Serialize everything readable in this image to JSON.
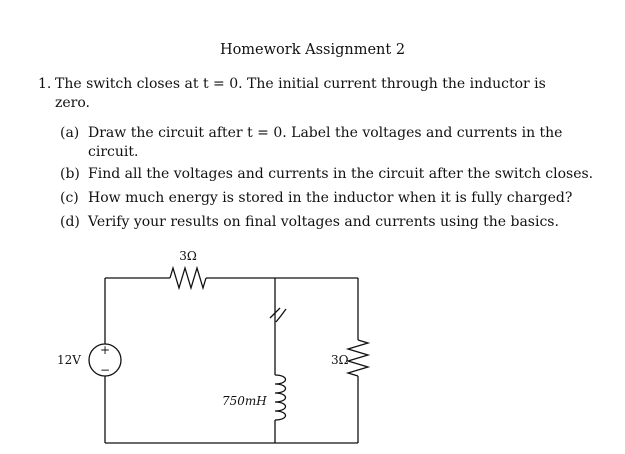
{
  "document": {
    "title": "Homework Assignment 2",
    "problem": {
      "number": "1.",
      "line1": "The switch closes at t = 0. The initial current through the inductor is",
      "line2": "zero."
    },
    "parts": [
      {
        "label": "(a)",
        "lines": [
          "Draw the circuit after t = 0. Label the voltages and currents in the",
          "circuit."
        ]
      },
      {
        "label": "(b)",
        "lines": [
          "Find all the voltages and currents in the circuit after the switch closes."
        ]
      },
      {
        "label": "(c)",
        "lines": [
          "How much energy is stored in the inductor when it is fully charged?"
        ]
      },
      {
        "label": "(d)",
        "lines": [
          "Verify your results on final voltages and currents using the basics."
        ]
      }
    ]
  },
  "circuit": {
    "source_label": "12V",
    "source_plus": "+",
    "source_minus": "−",
    "top_resistor_label": "3Ω",
    "right_resistor_label": "3Ω",
    "inductor_label": "750mH"
  }
}
